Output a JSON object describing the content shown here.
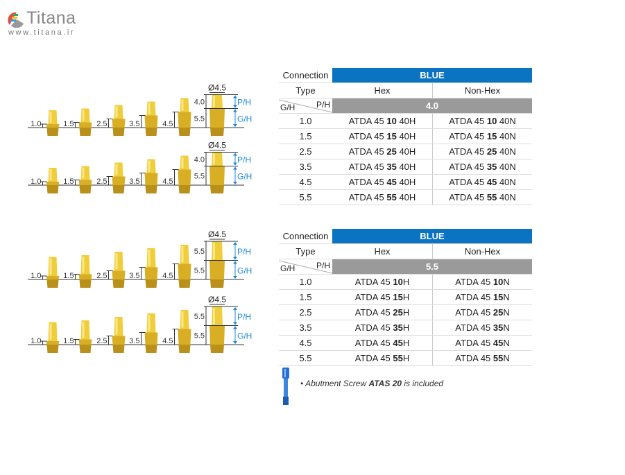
{
  "logo": {
    "name": "Titana",
    "url": "www.titana.ir"
  },
  "diagrams": [
    {
      "diameter": "Ø4.5",
      "ph_value": "4.0",
      "gh_label_tall": "5.5",
      "ph_label": "P/H",
      "gh_label": "G/H",
      "gh_values": [
        "1.0",
        "1.5",
        "2.5",
        "3.5",
        "4.5",
        "5.5"
      ]
    },
    {
      "diameter": "Ø4.5",
      "ph_value": "4.0",
      "gh_label_tall": "5.5",
      "ph_label": "P/H",
      "gh_label": "G/H",
      "gh_values": [
        "1.0",
        "1.5",
        "2.5",
        "3.5",
        "4.5",
        "5.5"
      ]
    },
    {
      "diameter": "Ø4.5",
      "ph_value": "5.5",
      "gh_label_tall": "5.5",
      "ph_label": "P/H",
      "gh_label": "G/H",
      "gh_values": [
        "1.0",
        "1.5",
        "2.5",
        "3.5",
        "4.5",
        "5.5"
      ]
    },
    {
      "diameter": "Ø4.5",
      "ph_value": "5.5",
      "gh_label_tall": "5.5",
      "ph_label": "P/H",
      "gh_label": "G/H",
      "gh_values": [
        "1.0",
        "1.5",
        "2.5",
        "3.5",
        "4.5",
        "5.5"
      ]
    }
  ],
  "tables": [
    {
      "connection_label": "Connection",
      "connection_value": "BLUE",
      "type_label": "Type",
      "hex_label": "Hex",
      "nonhex_label": "Non-Hex",
      "gh_label": "G/H",
      "ph_label": "P/H",
      "ph_value": "4.0",
      "rows": [
        {
          "gh": "1.0",
          "hex": [
            "ATDA 45 ",
            "10",
            " 40H"
          ],
          "nonhex": [
            "ATDA 45 ",
            "10",
            " 40N"
          ]
        },
        {
          "gh": "1.5",
          "hex": [
            "ATDA 45 ",
            "15",
            " 40H"
          ],
          "nonhex": [
            "ATDA 45 ",
            "15",
            " 40N"
          ]
        },
        {
          "gh": "2.5",
          "hex": [
            "ATDA 45 ",
            "25",
            " 40H"
          ],
          "nonhex": [
            "ATDA 45 ",
            "25",
            " 40N"
          ]
        },
        {
          "gh": "3.5",
          "hex": [
            "ATDA 45 ",
            "35",
            " 40H"
          ],
          "nonhex": [
            "ATDA 45 ",
            "35",
            " 40N"
          ]
        },
        {
          "gh": "4.5",
          "hex": [
            "ATDA 45 ",
            "45",
            " 40H"
          ],
          "nonhex": [
            "ATDA 45 ",
            "45",
            " 40N"
          ]
        },
        {
          "gh": "5.5",
          "hex": [
            "ATDA 45 ",
            "55",
            " 40H"
          ],
          "nonhex": [
            "ATDA 45 ",
            "55",
            " 40N"
          ]
        }
      ]
    },
    {
      "connection_label": "Connection",
      "connection_value": "BLUE",
      "type_label": "Type",
      "hex_label": "Hex",
      "nonhex_label": "Non-Hex",
      "gh_label": "G/H",
      "ph_label": "P/H",
      "ph_value": "5.5",
      "rows": [
        {
          "gh": "1.0",
          "hex": [
            "ATDA 45 ",
            "10",
            "H"
          ],
          "nonhex": [
            "ATDA 45 ",
            "10",
            "N"
          ]
        },
        {
          "gh": "1.5",
          "hex": [
            "ATDA 45 ",
            "15",
            "H"
          ],
          "nonhex": [
            "ATDA 45 ",
            "15",
            "N"
          ]
        },
        {
          "gh": "2.5",
          "hex": [
            "ATDA 45 ",
            "25",
            "H"
          ],
          "nonhex": [
            "ATDA 45 ",
            "25",
            "N"
          ]
        },
        {
          "gh": "3.5",
          "hex": [
            "ATDA 45 ",
            "35",
            "H"
          ],
          "nonhex": [
            "ATDA 45 ",
            "35",
            "N"
          ]
        },
        {
          "gh": "4.5",
          "hex": [
            "ATDA 45 ",
            "45",
            "H"
          ],
          "nonhex": [
            "ATDA 45 ",
            "45",
            "N"
          ]
        },
        {
          "gh": "5.5",
          "hex": [
            "ATDA 45 ",
            "55",
            "H"
          ],
          "nonhex": [
            "ATDA 45 ",
            "55",
            "N"
          ]
        }
      ]
    }
  ],
  "note": {
    "bullet": "•",
    "prefix": " Abutment Screw ",
    "bold": "ATAS 20",
    "suffix": " is included"
  },
  "colors": {
    "blue": "#0a73c2",
    "gray": "#9a9a9a",
    "gold": "#e6c02a",
    "dim_blue": "#1a8ad4"
  }
}
